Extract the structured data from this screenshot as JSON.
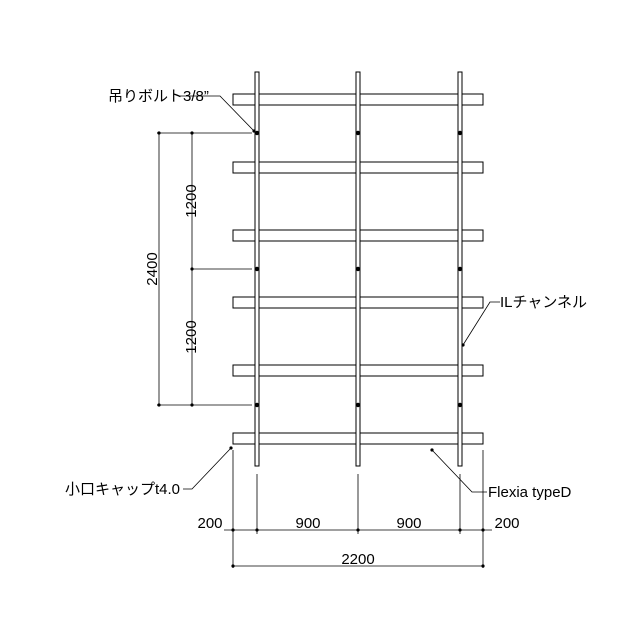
{
  "labels": {
    "hanging_bolt": "吊りボルト3/8”",
    "channel": "ILチャンネル",
    "edge_cap": "小口キャップt4.0",
    "panel": "Flexia typeD"
  },
  "dimensions": {
    "vertical_upper": "1200",
    "vertical_lower": "1200",
    "vertical_total": "2400",
    "horizontal_left_edge": "200",
    "horizontal_span_1": "900",
    "horizontal_span_2": "900",
    "horizontal_right_edge": "200",
    "horizontal_total": "2200"
  },
  "colors": {
    "ink": "#000000",
    "background": "#ffffff"
  }
}
